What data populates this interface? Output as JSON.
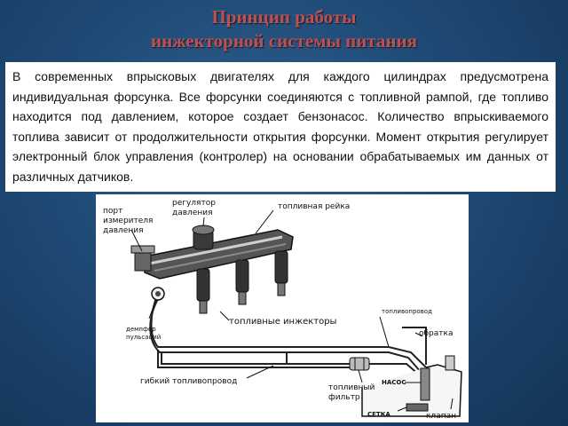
{
  "slide": {
    "title_line1": "Принцип работы",
    "title_line2": "инжекторной системы питания",
    "body_text": "В современных впрысковых двигателях для каждого цилиндрах предусмотрена индивидуальная форсунка. Все форсунки соединяются с топливной рампой, где топливо находится под давлением, которое создает бензонасос. Количество впрыскиваемого топлива зависит от продолжительности открытия форсунки. Момент открытия регулирует электронный блок управления (контролер) на основании обрабатываемых им данных от различных датчиков."
  },
  "diagram": {
    "labels": {
      "port_line1": "порт",
      "port_line2": "измерителя",
      "port_line3": "давления",
      "regulator_line1": "регулятор",
      "regulator_line2": "давления",
      "fuel_rail": "топливная рейка",
      "damper_line1": "демпфер",
      "damper_line2": "пульсаций",
      "injectors": "топливные инжекторы",
      "fuel_line": "топливопровод",
      "return_line": "обратка",
      "flex_line": "гибкий топливопровод",
      "filter_line1": "топливный",
      "filter_line2": "фильтр",
      "pump": "НАСОС",
      "mesh": "СЕТКА",
      "valve": "клапан"
    }
  },
  "colors": {
    "background": "#1f4a76",
    "title": "#c0504d",
    "text": "#111111"
  }
}
